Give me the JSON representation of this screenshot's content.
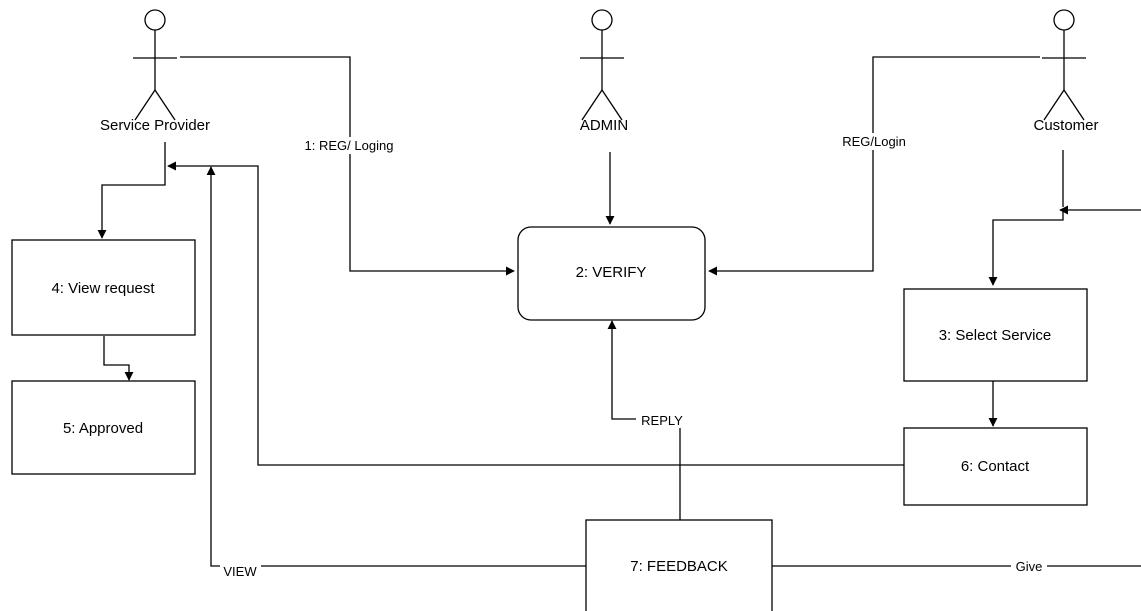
{
  "actors": {
    "service_provider": "Service Provider",
    "admin": "ADMIN",
    "customer": "Customer"
  },
  "nodes": {
    "view_request": "4: View request",
    "approved": "5: Approved",
    "verify": "2: VERIFY",
    "select_service": "3: Select Service",
    "contact": "6: Contact",
    "feedback": "7: FEEDBACK"
  },
  "edges": {
    "sp_reg": "1: REG/ Loging",
    "cust_reg": "REG/Login",
    "reply": "REPLY",
    "view": "VIEW",
    "give": "Give"
  }
}
